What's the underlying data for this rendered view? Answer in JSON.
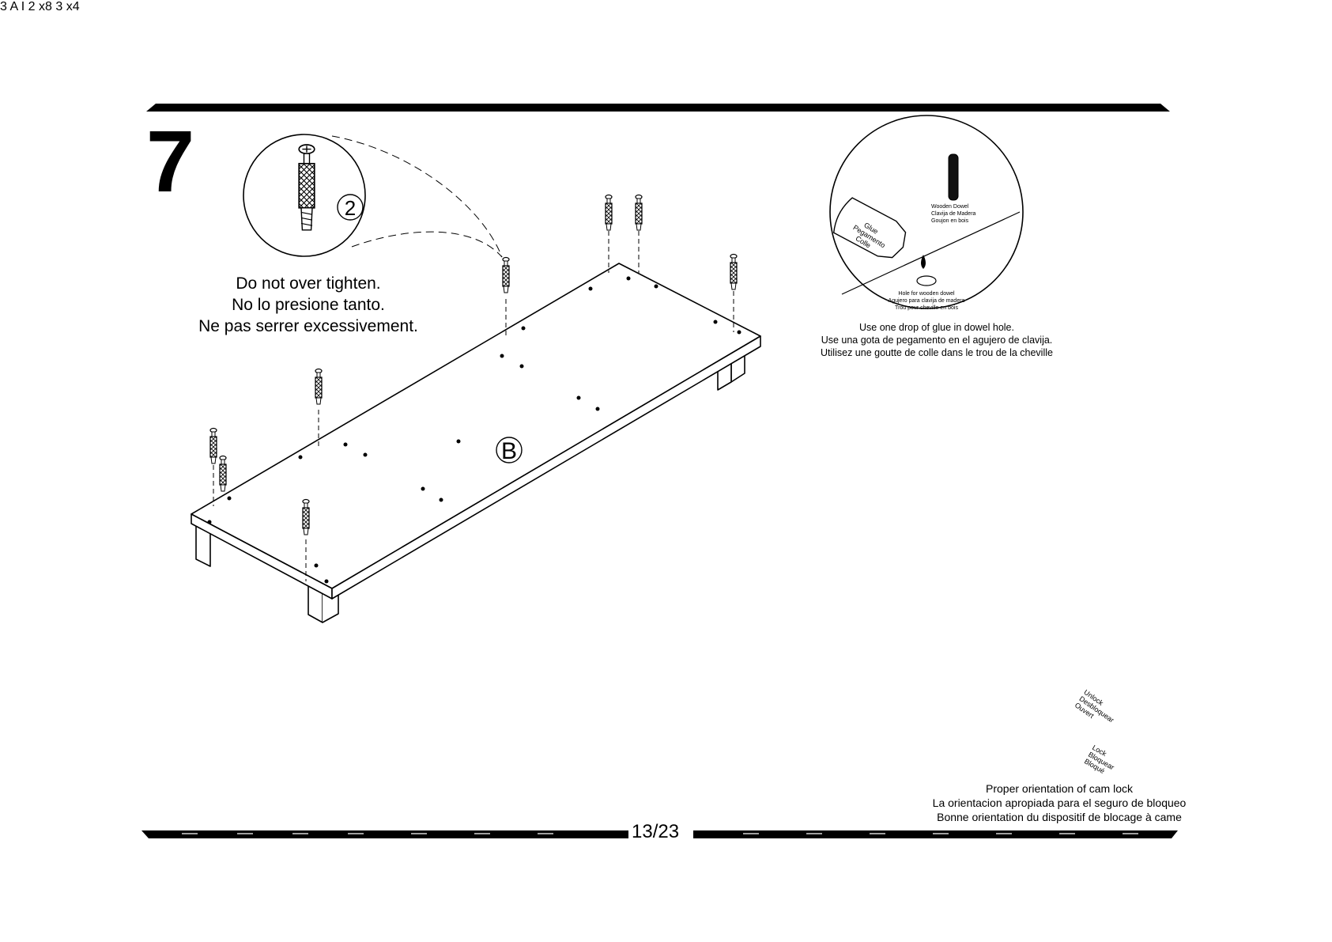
{
  "step": {
    "number": "7"
  },
  "warning": {
    "en": "Do not over tighten.",
    "es": "No lo presione tanto.",
    "fr": "Ne pas serrer excessivement."
  },
  "glue_note": {
    "en": "Use one drop of glue in dowel hole.",
    "es": "Use una gota de pegamento en el agujero de clavija.",
    "fr": "Utilisez une goutte de colle dans le trou de la cheville",
    "dowel_label": [
      "Wooden Dowel",
      "Clavija de Madera",
      "Goujon en bois"
    ],
    "glue_label": [
      "Glue",
      "Pegamento",
      "Colle"
    ],
    "hole_label": [
      "Hole for wooden dowel",
      "Agujero para clavija de madera",
      "Trou pour cheville en bois"
    ]
  },
  "cam_note": {
    "en": "Proper orientation of cam lock",
    "es": "La orientacion apropiada para el seguro de bloqueo",
    "fr": "Bonne orientation du dispositif de blocage à came",
    "unlock": [
      "Unlock",
      "Desbloquear",
      "Ouvert"
    ],
    "lock": [
      "Lock",
      "Bloquear",
      "Bloqué"
    ]
  },
  "panels": {
    "B": "B",
    "A": "A",
    "I": "I"
  },
  "callouts": {
    "screw": "2",
    "cam": "3"
  },
  "parts": [
    {
      "id": "2",
      "qty": "x8"
    },
    {
      "id": "3",
      "qty": "x4"
    }
  ],
  "page": {
    "label": "13/23"
  },
  "colors": {
    "ink": "#000000",
    "arrow": "#e01010"
  }
}
